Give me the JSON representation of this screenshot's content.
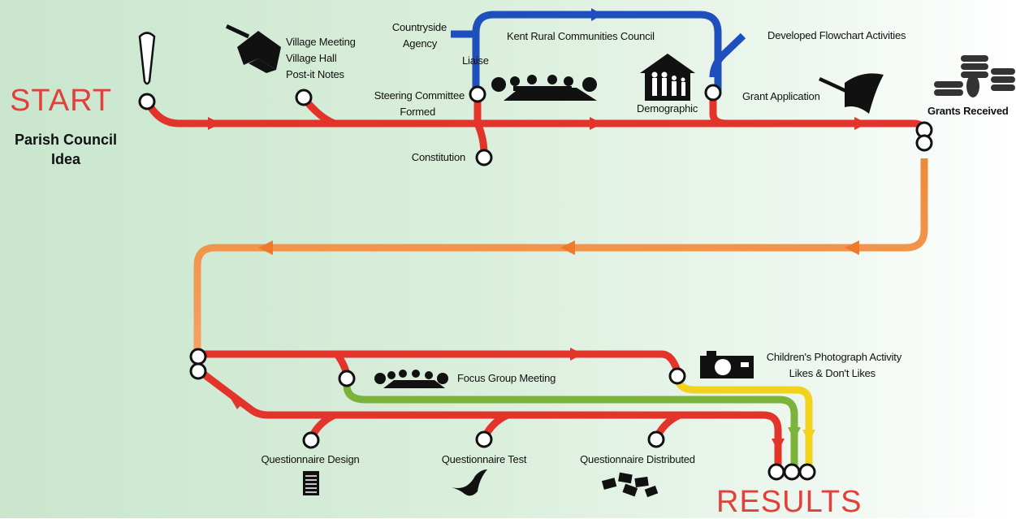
{
  "start": "START",
  "results": "RESULTS",
  "idea": [
    "Parish Council",
    "Idea"
  ],
  "labels": {
    "village": [
      "Village Meeting",
      "Village Hall",
      "Post-it Notes"
    ],
    "countryside": [
      "Countryside",
      "Agency"
    ],
    "kent": "Kent Rural Communities Council",
    "liaise": "Liaise",
    "steering": [
      "Steering Committee",
      "Formed"
    ],
    "constitution": "Constitution",
    "developed": "Developed Flowchart Activities",
    "demographic": "Demographic",
    "grant_app": "Grant Application",
    "grants_received": "Grants Received",
    "focus": "Focus Group Meeting",
    "children": [
      "Children's Photograph Activity",
      "Likes & Don't Likes"
    ],
    "q_design": "Questionnaire Design",
    "q_test": "Questionnaire Test",
    "q_dist": "Questionnaire Distributed"
  },
  "colors": {
    "red": "#e3342c",
    "orange": "#f07f2e",
    "blue": "#1f4fbd",
    "green": "#7bb33b",
    "yellow": "#f2d31c",
    "start_text": "#e2403b"
  },
  "icons": [
    "exclamation-icon",
    "mallet-icon",
    "houses-icon",
    "committee-icon",
    "family-house-icon",
    "quill-pen-icon",
    "coins-icon",
    "group-icon",
    "camera-icon",
    "document-icon",
    "papers-icon"
  ]
}
